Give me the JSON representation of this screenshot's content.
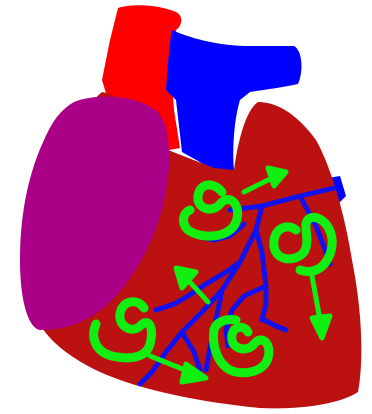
{
  "diagram": {
    "colors": {
      "background": "#ffffff",
      "aorta": "#ff0000",
      "vessel_blue": "#0000ff",
      "heart_muscle": "#bb1111",
      "atrium": "#aa0088",
      "coronary_vessel": "#1111ee",
      "arrow_green": "#11ee11"
    },
    "parts": [
      "aorta",
      "pulmonary-artery",
      "right-atrium",
      "ventricle-muscle",
      "coronary-vessels",
      "flow-arrows",
      "curl-arrows"
    ]
  }
}
